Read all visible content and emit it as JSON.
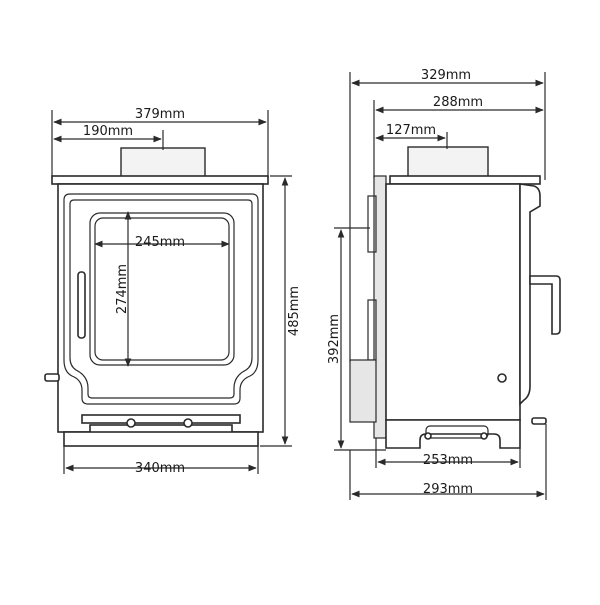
{
  "front_view": {
    "overall_width": "379mm",
    "flue_offset": "190mm",
    "glass_width": "245mm",
    "glass_height": "274mm",
    "overall_height": "485mm",
    "base_width": "340mm"
  },
  "side_view": {
    "overall_depth": "329mm",
    "body_depth": "288mm",
    "flue_offset": "127mm",
    "inlet_height": "392mm",
    "base_depth_inner": "253mm",
    "base_depth_outer": "293mm"
  },
  "colors": {
    "line": "#2a2a2a",
    "background": "#ffffff"
  }
}
